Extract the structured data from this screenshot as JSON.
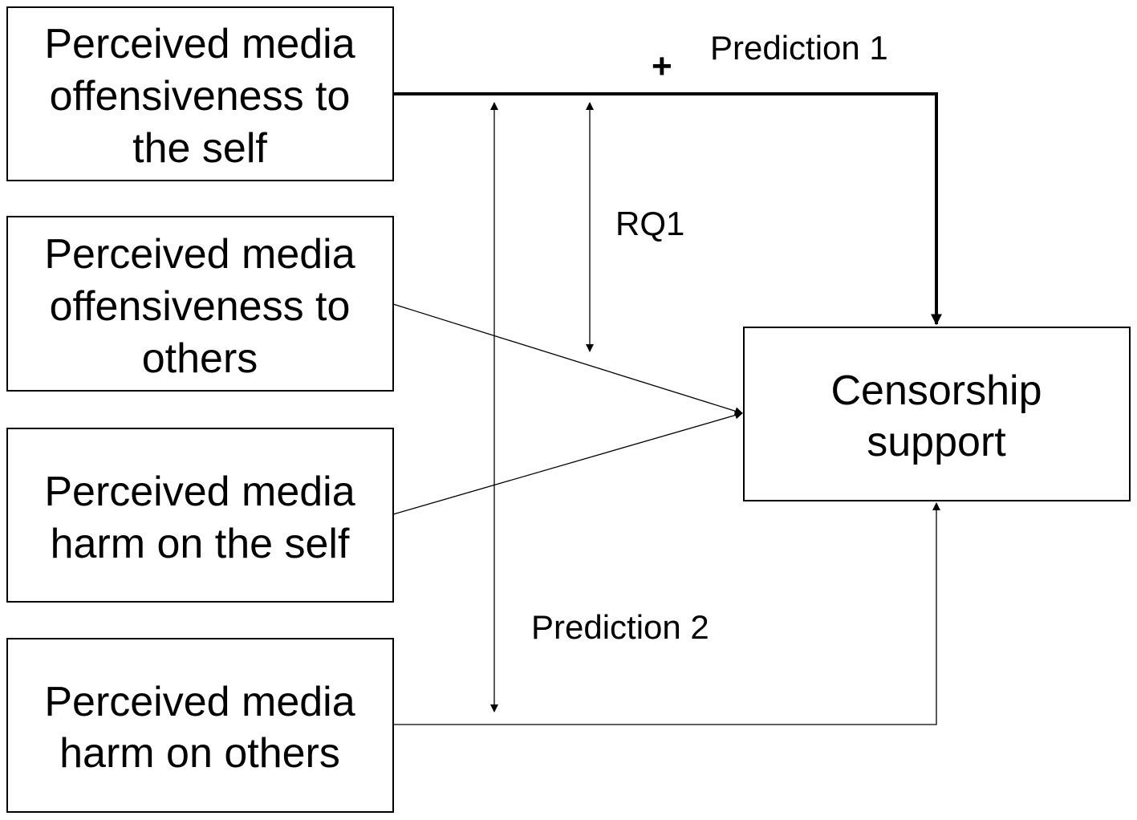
{
  "boxes": {
    "self_offensiveness": {
      "lines": [
        "Perceived media",
        "offensiveness to",
        "the self"
      ]
    },
    "others_offensiveness": {
      "lines": [
        "Perceived media",
        "offensiveness to",
        "others"
      ]
    },
    "self_harm": {
      "lines": [
        "Perceived media",
        "harm on the self"
      ]
    },
    "others_harm": {
      "lines": [
        "Perceived media",
        "harm on others"
      ]
    },
    "censorship": {
      "lines": [
        "Censorship",
        "support"
      ]
    }
  },
  "labels": {
    "plus_sign": "+",
    "prediction1": "Prediction 1",
    "rq1": "RQ1",
    "prediction2": "Prediction 2"
  }
}
